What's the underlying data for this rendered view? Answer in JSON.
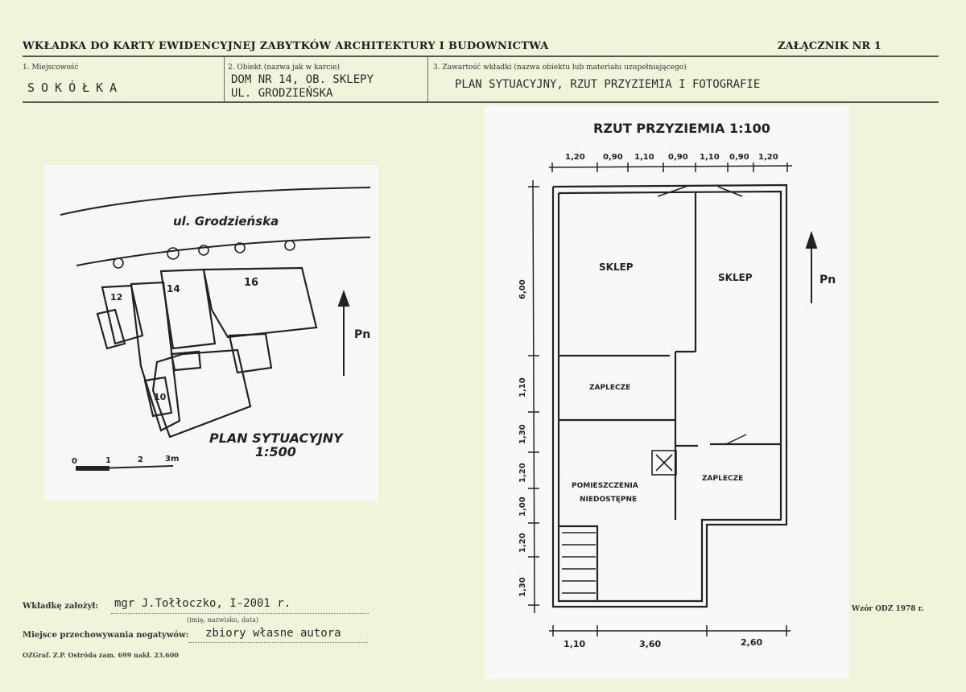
{
  "header": {
    "title": "WKŁADKA DO KARTY EWIDENCYJNEJ ZABYTKÓW ARCHITEKTURY I BUDOWNICTWA",
    "annex": "ZAŁĄCZNIK NR 1"
  },
  "fields": {
    "place_label": "1. Miejscowość",
    "place_value": "SOKÓŁKA",
    "object_label": "2. Obiekt (nazwa jak w karcie)",
    "object_line1": "DOM NR 14, OB. SKLEPY",
    "object_line2": "UL. GRODZIEŃSKA",
    "content_label": "3. Zawartość wkładki (nazwa obiektu lub materiału uzupełniającego)",
    "content_value": "PLAN SYTUACYJNY, RZUT PRZYZIEMIA I FOTOGRAFIE"
  },
  "site_plan": {
    "street": "ul. Grodzieńska",
    "lot_numbers": [
      "12",
      "14",
      "16",
      "10"
    ],
    "north": "Pn",
    "title": "PLAN SYTUACYJNY",
    "scale": "1:500",
    "scale_ticks": [
      "0",
      "1",
      "2",
      "3m"
    ]
  },
  "floor_plan": {
    "title": "RZUT PRZYZIEMIA  1:100",
    "top_dims": [
      "1,20",
      "0,90",
      "1,10",
      "0,90",
      "1,10",
      "0,90",
      "1,20"
    ],
    "left_dims": [
      "6,00",
      "1,10",
      "1,30",
      "1,20",
      "1,00",
      "1,20",
      "1,30"
    ],
    "bottom_dims": [
      "1,10",
      "3,60",
      "2,60"
    ],
    "rooms": {
      "shop_left": "SKLEP",
      "shop_right": "SKLEP",
      "back_left": "ZAPLECZE",
      "back_right": "ZAPLECZE",
      "inaccessible_1": "POMIESZCZENIA",
      "inaccessible_2": "NIEDOSTĘPNE"
    },
    "north": "Pn"
  },
  "footer": {
    "author_label": "Wkładkę założył:",
    "author_value": "mgr J.Tołłoczko, I-2001 r.",
    "author_hint": "(imię, nazwisko, data)",
    "negatives_label": "Miejsce przechowywania negatywów:",
    "negatives_value": "zbiory własne autora",
    "printer": "OZGraf. Z.P. Ostróda zam. 699 nakł. 23.600",
    "form_model": "Wzór ODZ 1978 r."
  }
}
